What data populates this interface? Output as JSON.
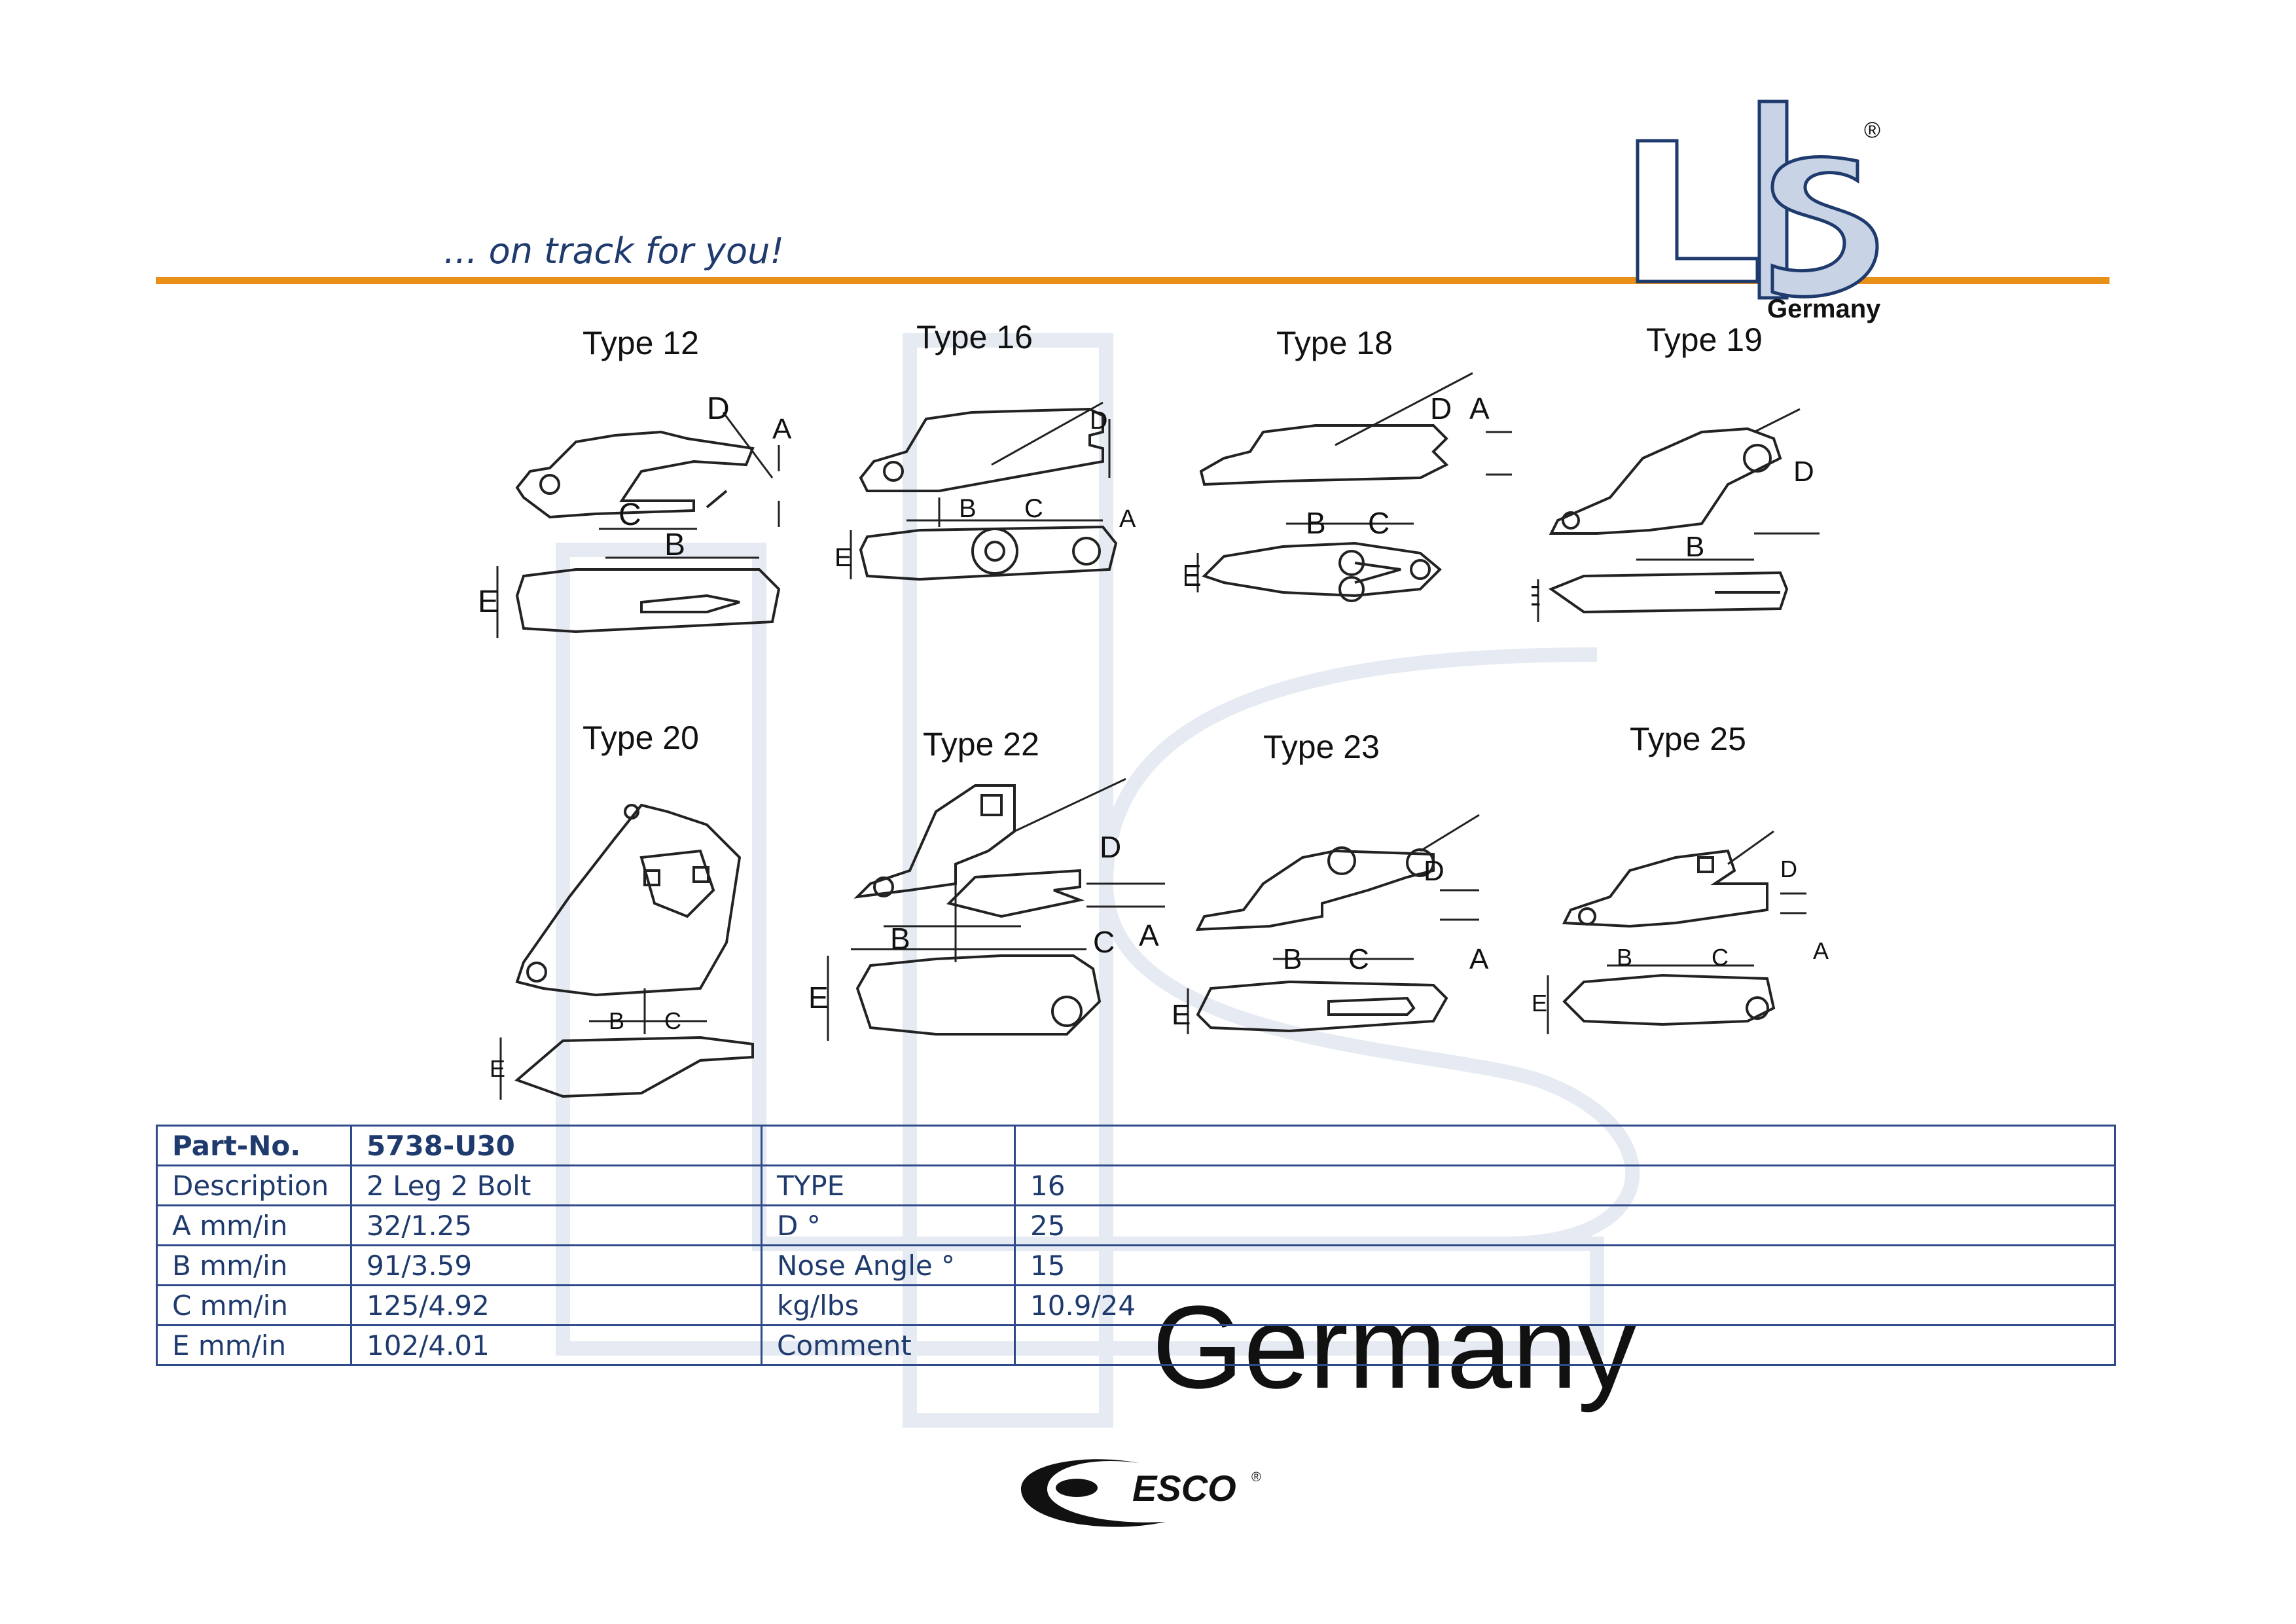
{
  "header": {
    "tagline": "... on track for you!",
    "logo_text": "LIS",
    "logo_registered": "®",
    "logo_subtitle": "Germany",
    "watermark_text": "Germany",
    "accent_color": "#e8901a",
    "brand_color": "#1f3b6e"
  },
  "diagrams": [
    {
      "label": "Type 12",
      "dims": [
        "D",
        "A",
        "C",
        "B",
        "E"
      ]
    },
    {
      "label": "Type 16",
      "dims": [
        "D",
        "B",
        "C",
        "A",
        "E"
      ]
    },
    {
      "label": "Type 18",
      "dims": [
        "D",
        "A",
        "B",
        "C",
        "E"
      ]
    },
    {
      "label": "Type 19",
      "dims": [
        "D",
        "B",
        "E"
      ]
    },
    {
      "label": "Type 20",
      "dims": [
        "B",
        "C",
        "E"
      ]
    },
    {
      "label": "Type 22",
      "dims": [
        "D",
        "B",
        "C",
        "A",
        "E"
      ]
    },
    {
      "label": "Type 23",
      "dims": [
        "D",
        "B",
        "C",
        "A",
        "E"
      ]
    },
    {
      "label": "Type 25",
      "dims": [
        "D",
        "B",
        "C",
        "A",
        "E"
      ]
    }
  ],
  "table": {
    "header": {
      "label": "Part-No.",
      "value": "5738-U30",
      "label2": "",
      "value2": ""
    },
    "rows": [
      {
        "label": "Description",
        "value": "2 Leg 2 Bolt",
        "label2": "TYPE",
        "value2": "16"
      },
      {
        "label": "A mm/in",
        "value": "32/1.25",
        "label2": "D °",
        "value2": "25"
      },
      {
        "label": "B mm/in",
        "value": "91/3.59",
        "label2": "Nose Angle °",
        "value2": "15"
      },
      {
        "label": "C mm/in",
        "value": "125/4.92",
        "label2": "kg/lbs",
        "value2": "10.9/24"
      },
      {
        "label": "E mm/in",
        "value": "102/4.01",
        "label2": "Comment",
        "value2": ""
      }
    ]
  },
  "footer": {
    "esco_text": "ESCO",
    "esco_registered": "®"
  }
}
